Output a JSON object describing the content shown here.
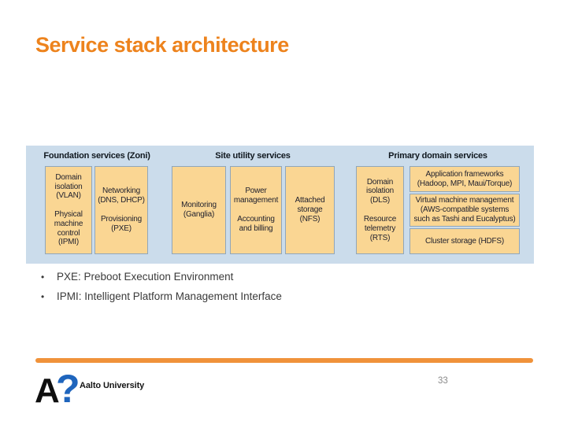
{
  "title": "Service stack architecture",
  "colors": {
    "title_orange": "#ED831D",
    "divider_orange": "#F0923A",
    "diagram_bg": "#CBDCEB",
    "box_fill": "#FAD693",
    "box_border": "#8FA6BB",
    "logo_blue": "#1F65BD"
  },
  "diagram": {
    "sections": [
      {
        "header": "Foundation services (Zoni)",
        "boxes": [
          {
            "items": [
              "Domain isolation (VLAN)",
              "Physical machine control (IPMI)"
            ]
          },
          {
            "items": [
              "Networking (DNS, DHCP)",
              "Provisioning (PXE)"
            ]
          }
        ]
      },
      {
        "header": "Site utility services",
        "boxes": [
          {
            "items": [
              "Monitoring (Ganglia)"
            ]
          },
          {
            "items": [
              "Power management",
              "Accounting and billing"
            ]
          },
          {
            "items": [
              "Attached storage (NFS)"
            ]
          }
        ]
      },
      {
        "header": "Primary domain services",
        "boxes": [
          {
            "items": [
              "Domain isolation (DLS)",
              "Resource telemetry (RTS)"
            ]
          },
          {
            "items": [
              "Application frameworks (Hadoop, MPI, Maui/Torque)"
            ]
          },
          {
            "items": [
              "Virtual machine management (AWS-compatible systems such as Tashi and Eucalyptus)"
            ]
          },
          {
            "items": [
              "Cluster storage (HDFS)"
            ]
          }
        ]
      }
    ]
  },
  "bullet_char": "•",
  "bullets": [
    "PXE: Preboot Execution Environment",
    "IPMI: Intelligent Platform Management Interface"
  ],
  "footer": {
    "logo_letter": "A",
    "logo_mark": "?",
    "logo_label": "Aalto University",
    "page_number": "33"
  }
}
